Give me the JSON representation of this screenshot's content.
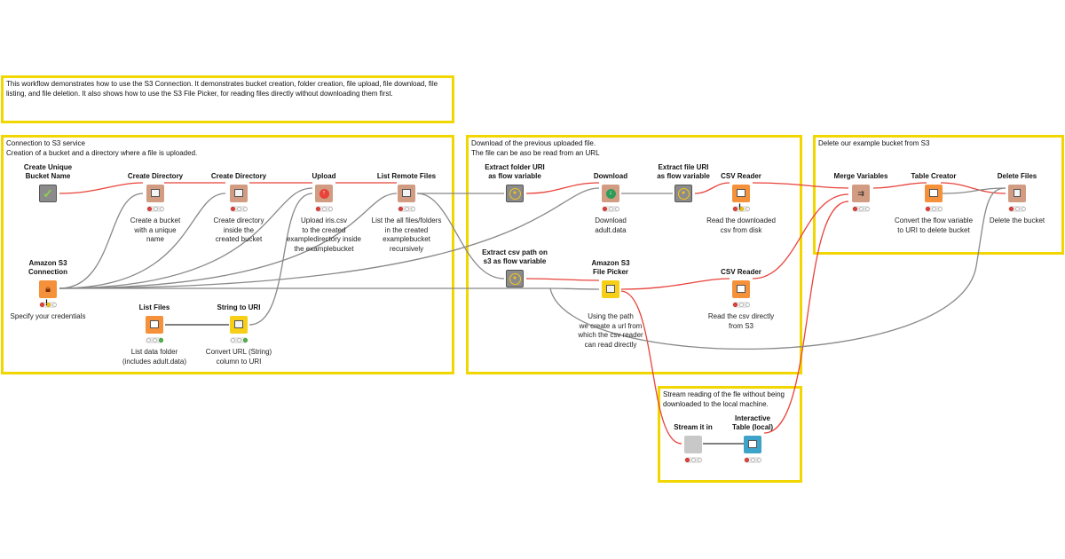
{
  "colors": {
    "annotation_border": "#f2d600",
    "flow_variable_wire": "#e8423a",
    "data_wire": "#888888",
    "connection_wire": "#888888"
  },
  "annotations": {
    "intro": "This workflow demonstrates how to use the S3 Connection. It demonstrates bucket creation, folder creation, file upload, file download, file listing, and file deletion. It also shows how to use the S3 File Picker, for reading files directly without downloading them first.",
    "connection": "Connection to S3 service\nCreation of a bucket and a directory where a file is uploaded.",
    "download": "Download of the previous uploaded file.\nThe file can be aso be read from an URL",
    "delete": "Delete our example bucket from S3",
    "stream": "Stream reading of the fle without being\ndownloaded to the local machine."
  },
  "nodes": {
    "create_unique_bucket": {
      "title": "Create Unique\nBucket Name",
      "icon": "check-icon",
      "desc": ""
    },
    "create_directory_1": {
      "title": "Create Directory",
      "icon": "folder-add-icon",
      "desc": "Create a bucket\nwith a unique\nname"
    },
    "create_directory_2": {
      "title": "Create Directory",
      "icon": "folder-add-icon",
      "desc": "Create directory\ninside the\ncreated bucket"
    },
    "upload": {
      "title": "Upload",
      "icon": "upload-icon",
      "desc": "Upload iris.csv\nto the created\nexampledirectory inside\nthe examplebucket"
    },
    "list_remote_files": {
      "title": "List Remote Files",
      "icon": "list-icon",
      "desc": "List the all files/folders\nin the created\nexamplebucket\nrecursively"
    },
    "amazon_s3_connection": {
      "title": "Amazon S3\nConnection",
      "icon": "lock-icon",
      "desc": "Specify your credentials"
    },
    "list_files": {
      "title": "List Files",
      "icon": "files-icon",
      "desc": "List data folder\n(includes adult.data)"
    },
    "string_to_uri": {
      "title": "String to URI",
      "icon": "uri-icon",
      "desc": "Convert URL (String)\ncolumn to URI"
    },
    "extract_folder_uri": {
      "title": "Extract folder URI\nas flow variable",
      "icon": "variable-icon",
      "desc": ""
    },
    "download": {
      "title": "Download",
      "icon": "download-icon",
      "desc": "Download\nadult.data"
    },
    "extract_file_uri": {
      "title": "Extract file URI\nas flow variable",
      "icon": "variable-icon",
      "desc": ""
    },
    "csv_reader_1": {
      "title": "CSV Reader",
      "icon": "table-read-icon",
      "desc": "Read the downloaded\ncsv from disk"
    },
    "extract_csv_path": {
      "title": "Extract csv path on\ns3 as flow variable",
      "icon": "variable-icon",
      "desc": ""
    },
    "s3_file_picker": {
      "title": "Amazon S3\nFile Picker",
      "icon": "file-picker-icon",
      "desc": "Using the path\nwe create a url from\nwhich the csv reader\ncan read directly"
    },
    "csv_reader_2": {
      "title": "CSV Reader",
      "icon": "table-read-icon",
      "desc": "Read the csv directly\nfrom S3"
    },
    "merge_variables": {
      "title": "Merge Variables",
      "icon": "merge-icon",
      "desc": ""
    },
    "table_creator": {
      "title": "Table Creator",
      "icon": "table-create-icon",
      "desc": "Convert the flow variable\nto URI to delete bucket"
    },
    "delete_files": {
      "title": "Delete Files",
      "icon": "delete-file-icon",
      "desc": "Delete the bucket"
    },
    "stream_it_in": {
      "title": "Stream it in",
      "icon": "",
      "desc": ""
    },
    "interactive_table": {
      "title": "Interactive\nTable (local)",
      "icon": "table-view-icon",
      "desc": ""
    }
  }
}
